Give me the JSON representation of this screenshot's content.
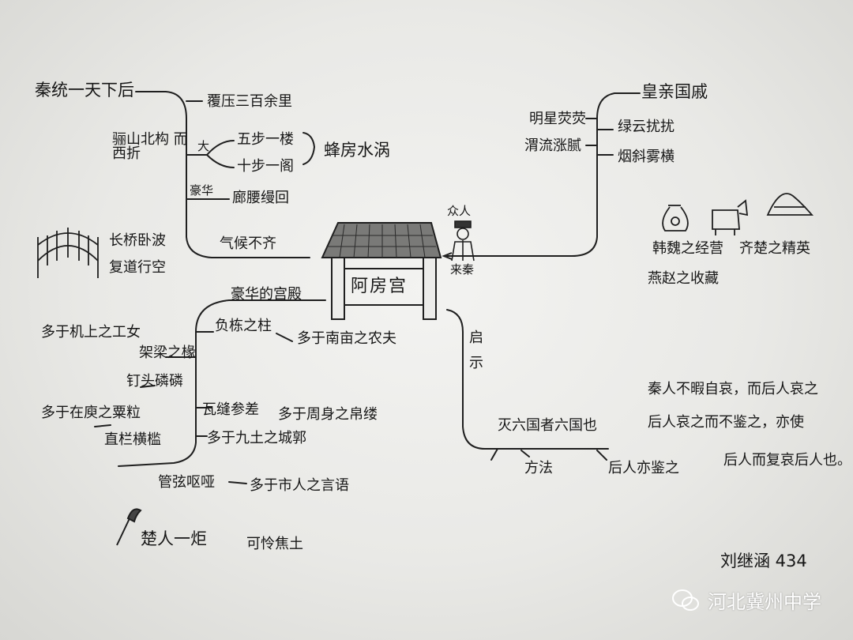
{
  "center": {
    "label": "阿房宫"
  },
  "top_left": {
    "title": "秦统一天下后",
    "branch_side": "骊山北构 而西折",
    "items": [
      "覆压三百余里",
      "五步一楼",
      "十步一阁",
      "蜂房水涡",
      "廊腰缦回",
      "长桥卧波",
      "复道行空",
      "气候不齐"
    ],
    "tags": [
      "大",
      "豪华"
    ]
  },
  "top_right": {
    "title": "皇亲国戚",
    "left_items": [
      "明星荧荧",
      "渭流涨腻"
    ],
    "right_items": [
      "绿云扰扰",
      "烟斜雾横"
    ],
    "treasures": [
      "韩魏之经营",
      "齐楚之精英",
      "燕赵之收藏"
    ]
  },
  "people": {
    "top": "众人",
    "bottom": "来秦"
  },
  "bottom_left": {
    "title": "豪华的宫殿",
    "items": [
      "负栋之柱",
      "多于南亩之农夫",
      "多于机上之工女",
      "架梁之椽",
      "钉头磷磷",
      "多于在庾之粟粒",
      "瓦缝参差",
      "多于周身之帛缕",
      "直栏横槛",
      "多于九土之城郭",
      "管弦呕哑",
      "多于市人之言语",
      "楚人一炬",
      "可怜焦土"
    ]
  },
  "bottom_right": {
    "vertical": "启示",
    "items": [
      "灭六国者六国也",
      "方法",
      "后人亦鉴之",
      "秦人不暇自哀，而后人哀之",
      "后人哀之而不鉴之，亦使",
      "后人而复哀后人也。"
    ]
  },
  "signature": "刘继涵 434",
  "watermark": "河北冀州中学",
  "colors": {
    "paper": "#ececea",
    "ink": "#1c1c1c",
    "roof": "#6b6b6b"
  },
  "icons": [
    "building-icon",
    "person-icon",
    "bridge-icon",
    "torch-icon",
    "money-bag-icon",
    "cow-icon",
    "mountain-icon",
    "wechat-icon"
  ]
}
